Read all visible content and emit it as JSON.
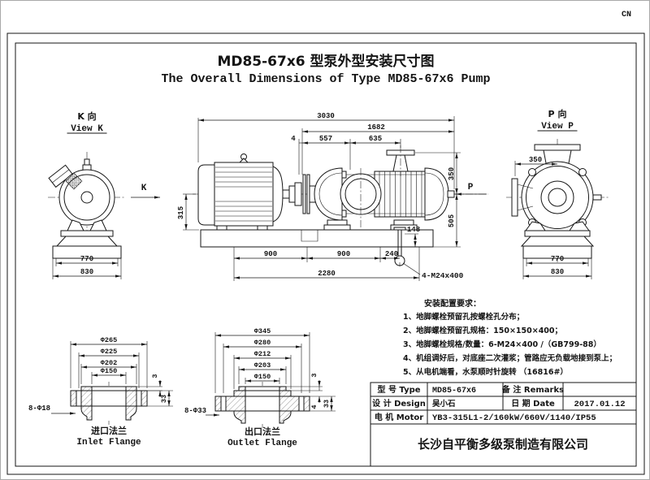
{
  "page": {
    "corner_label": "CN"
  },
  "title": {
    "zh": "MD85-67x6 型泵外型安装尺寸图",
    "en": "The Overall Dimensions of Type MD85-67x6 Pump"
  },
  "view_k": {
    "title_zh": "K 向",
    "title_en": "View K",
    "arrow_label": "K",
    "dim_base_inner": "770",
    "dim_base_outer": "830"
  },
  "view_p": {
    "title_zh": "P 向",
    "title_en": "View P",
    "dim_suction_offset": "350",
    "dim_base_inner": "770",
    "dim_base_outer": "830"
  },
  "main_view": {
    "arrow_label": "P",
    "dim_overall_length": "3030",
    "dim_pump_length": "1682",
    "dim_gap": "4",
    "dim_coupling_to_suction": "557",
    "dim_suction_to_discharge": "635",
    "dim_motor_center_height": "315",
    "dim_discharge_height": "350",
    "dim_center_to_base": "505",
    "dim_base_height": "148",
    "dim_bolt_span_left": "900",
    "dim_bolt_span_right": "900",
    "dim_bolt_end": "240",
    "dim_bolt_total": "2280",
    "anchor_bolt_label": "4-M24x400"
  },
  "inlet_flange": {
    "label_zh": "进口法兰",
    "label_en": "Inlet Flange",
    "dia_1": "Φ265",
    "dia_2": "Φ225",
    "dia_3": "Φ202",
    "dia_4": "Φ150",
    "bolts": "8-Φ18",
    "dim_face": "3",
    "dim_thickness": "33"
  },
  "outlet_flange": {
    "label_zh": "出口法兰",
    "label_en": "Outlet Flange",
    "dia_1": "Φ345",
    "dia_2": "Φ280",
    "dia_3": "Φ212",
    "dia_4": "Φ203",
    "dia_5": "Φ150",
    "bolts": "8-Φ33",
    "dim_face": "3",
    "dim_step": "4",
    "dim_thickness": "33"
  },
  "notes": {
    "heading": "安装配置要求：",
    "items": [
      "1、地脚螺栓预留孔按螺栓孔分布；",
      "2、地脚螺栓预留孔规格：150×150×400；",
      "3、地脚螺栓规格/数量：6-M24×400 /（GB799-88）",
      "4、机组调好后，对底座二次灌浆；管路应无负载地接到泵上；",
      "5、从电机端看，水泵顺时针旋转 （16816#）"
    ]
  },
  "title_block": {
    "row1_label": "型 号 Type",
    "row1_value": "MD85-67x6",
    "row1_label2": "备 注 Remarks",
    "row1_value2": "",
    "row2_label": "设 计 Design",
    "row2_value": "吴小石",
    "row2_label2": "日 期 Date",
    "row2_value2": "2017.01.12",
    "row3_label": "电 机 Motor",
    "row3_value": "YB3-315L1-2/160kW/660V/1140/IP55",
    "company": "长沙自平衡多级泵制造有限公司"
  }
}
